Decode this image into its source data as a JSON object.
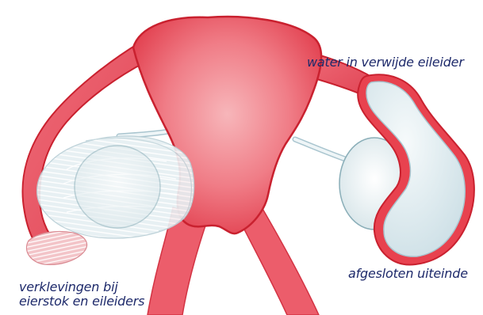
{
  "labels": {
    "hydrosalpinx": "water in verwijde eileider",
    "closed_end": "afgesloten uiteinde",
    "adhesions_line1": "verklevingen bij",
    "adhesions_line2": "eierstok en eileiders"
  },
  "colors": {
    "uterus_light": "#f39aa0",
    "uterus_mid": "#ea5a69",
    "uterus_edge": "#c9212f",
    "fluid": "#dce9ee",
    "fluid_edge": "#a9c5cf",
    "ovary": "#eef3f4",
    "ovary_edge": "#8aaeb8",
    "adhesion": "#dfe9ec",
    "adhesion_line": "#ffffff",
    "text": "#1e2a6b"
  },
  "icons": {
    "uterus": "uterus-shape",
    "left_tube": "fallopian-tube-left",
    "right_tube": "fallopian-tube-right-swollen",
    "left_ovary": "ovary-left",
    "right_ovary": "ovary-right",
    "adhesion_mesh": "adhesion-mesh"
  }
}
